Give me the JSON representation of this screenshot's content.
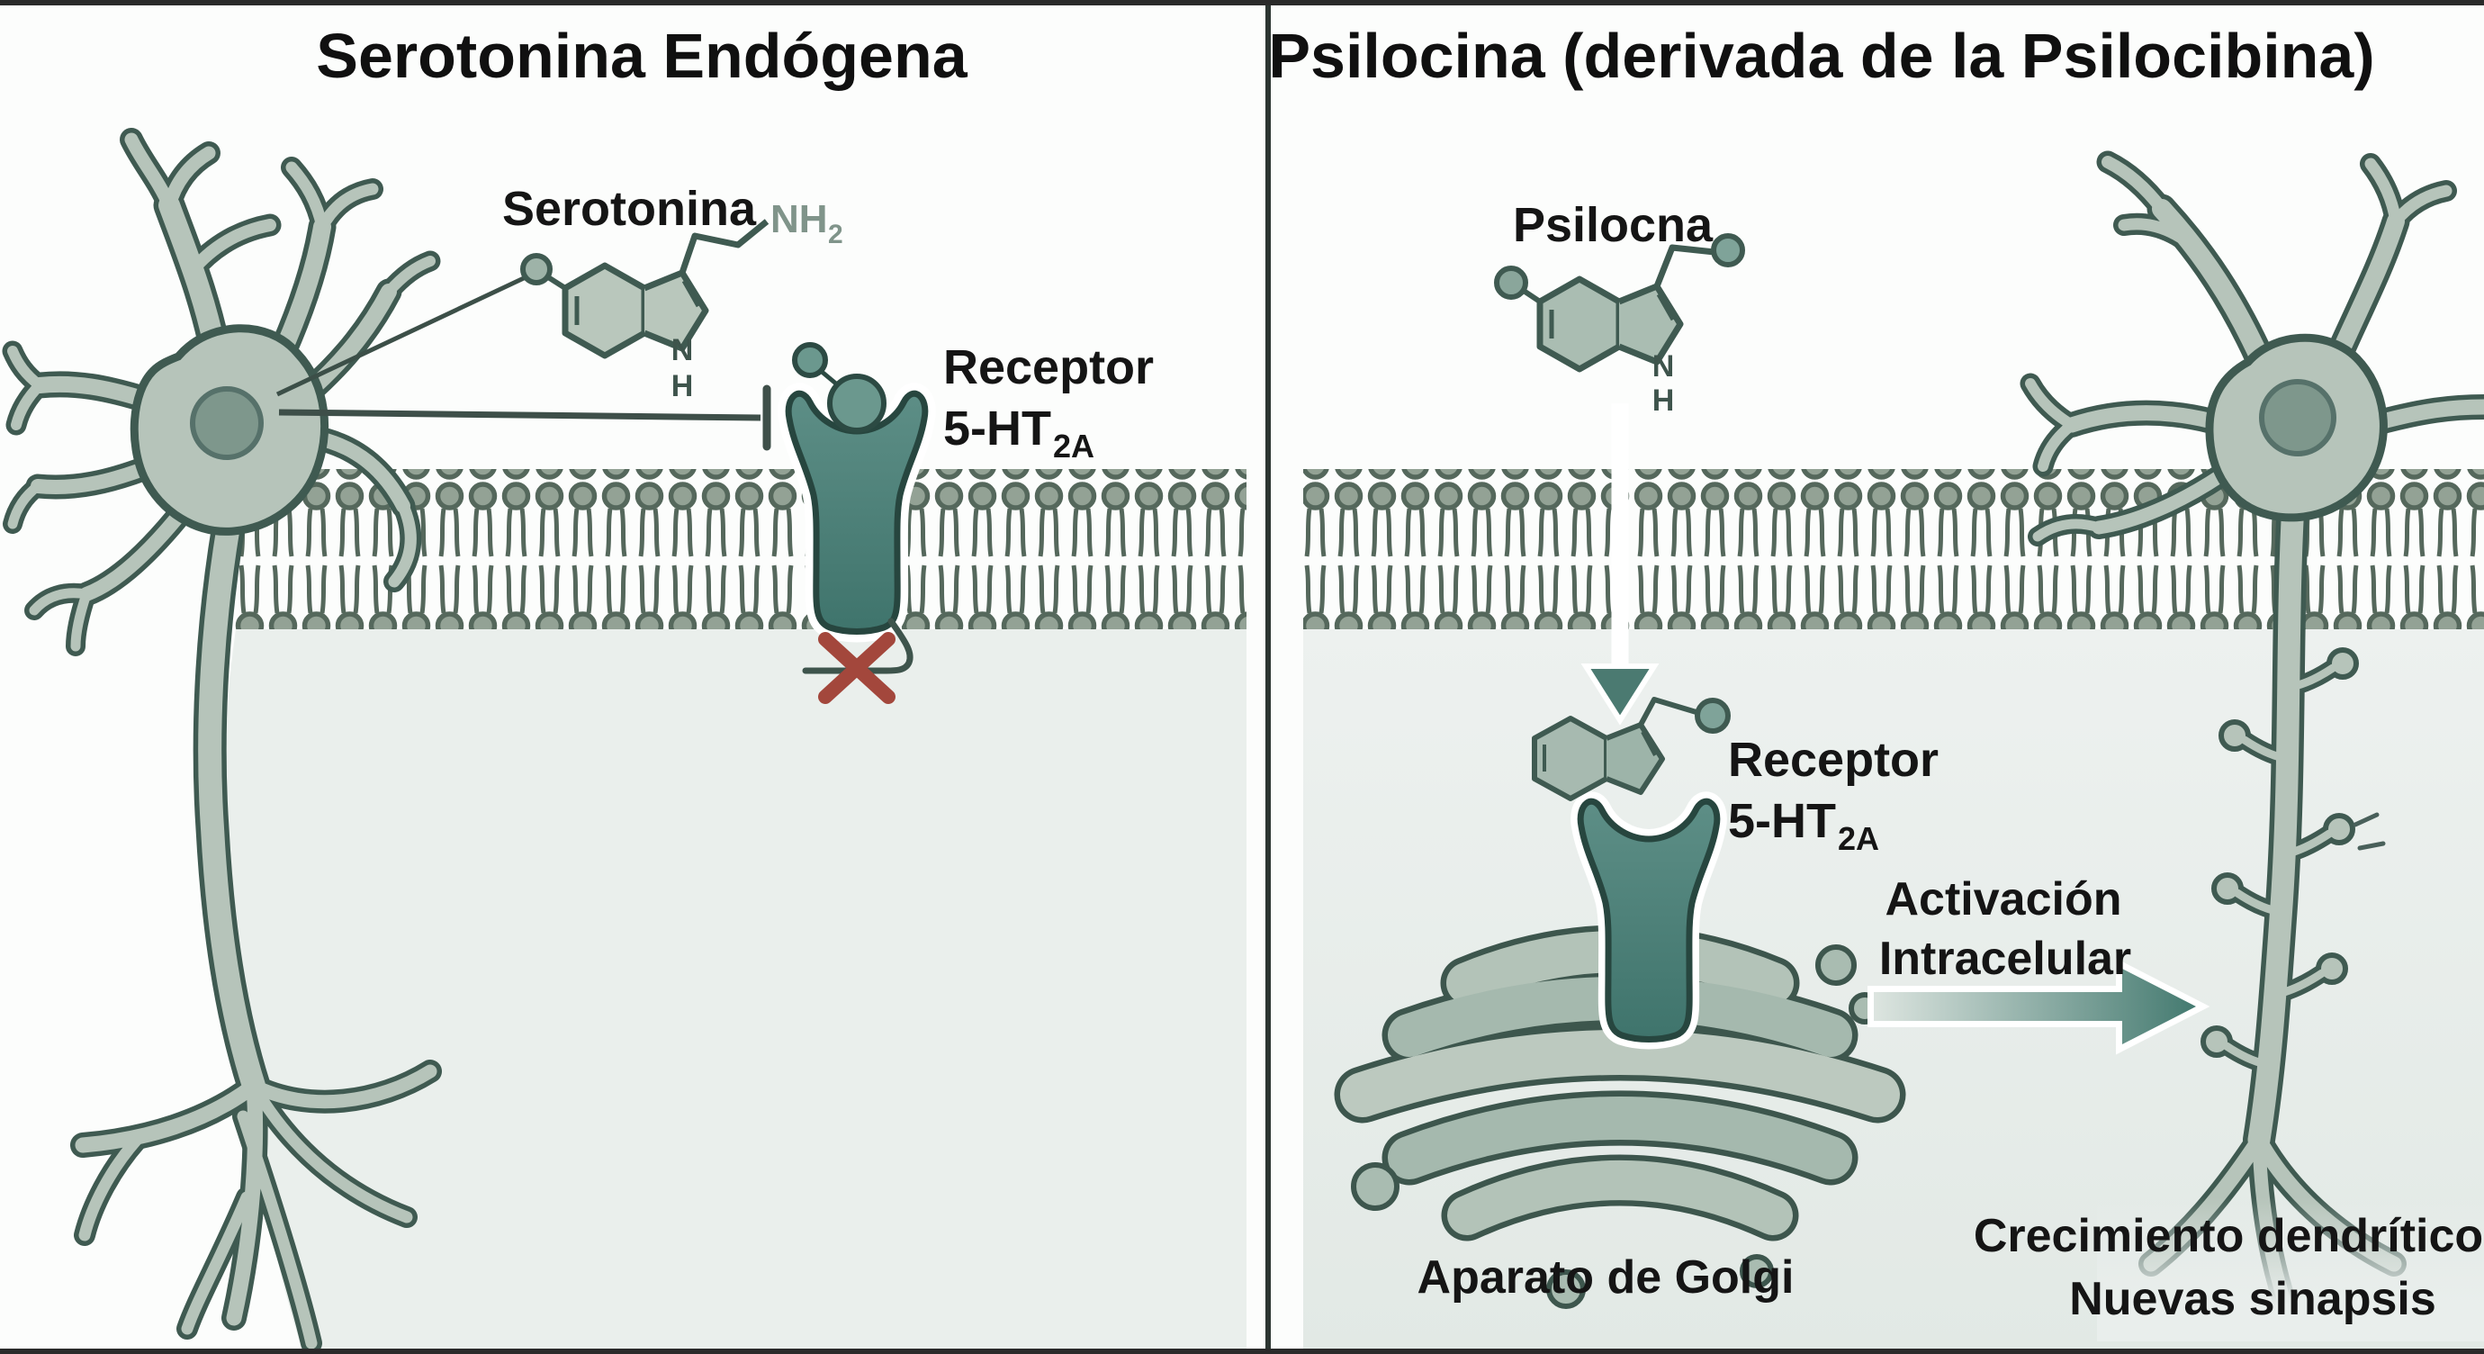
{
  "left_panel": {
    "title": "Serotonina Endógena",
    "molecule": {
      "label": "Serotonina",
      "amine_group": "NH",
      "amine_sub": "2",
      "n_atom": "N",
      "h_atom": "H"
    },
    "receptor": {
      "name": "Receptor",
      "subtype": "5-HT",
      "subtype_sub": "2A"
    }
  },
  "right_panel": {
    "title": "Psilocina (derivada de la Psilocibina)",
    "molecule": {
      "label": "Psilocna",
      "n_atom": "N",
      "h_atom": "H"
    },
    "receptor": {
      "name": "Receptor",
      "subtype": "5-HT",
      "subtype_sub": "2A"
    },
    "activation": {
      "line1": "Activación",
      "line2": "Intracelular"
    },
    "golgi_label": "Aparato de Golgi",
    "outcome": {
      "line1": "Crecimiento dendrítico",
      "line2": "Nuevas sinapsis"
    }
  },
  "colors": {
    "background": "#fcfdfc",
    "cytoplasm": "#e9eeec",
    "cell_fill": "#b6c4ba",
    "cell_outline": "#3f5a51",
    "nucleus": "#7e978c",
    "membrane_head": "#93a295",
    "membrane_outline": "#55685c",
    "receptor_teal": "#4e837b",
    "receptor_outline": "#27463f",
    "ligand": "#6b988e",
    "blocked_x": "#a3473c",
    "arrow_teal": "#447a70",
    "formula_text": "#80948a",
    "title_text": "#101010",
    "divider": "#2c3531"
  }
}
